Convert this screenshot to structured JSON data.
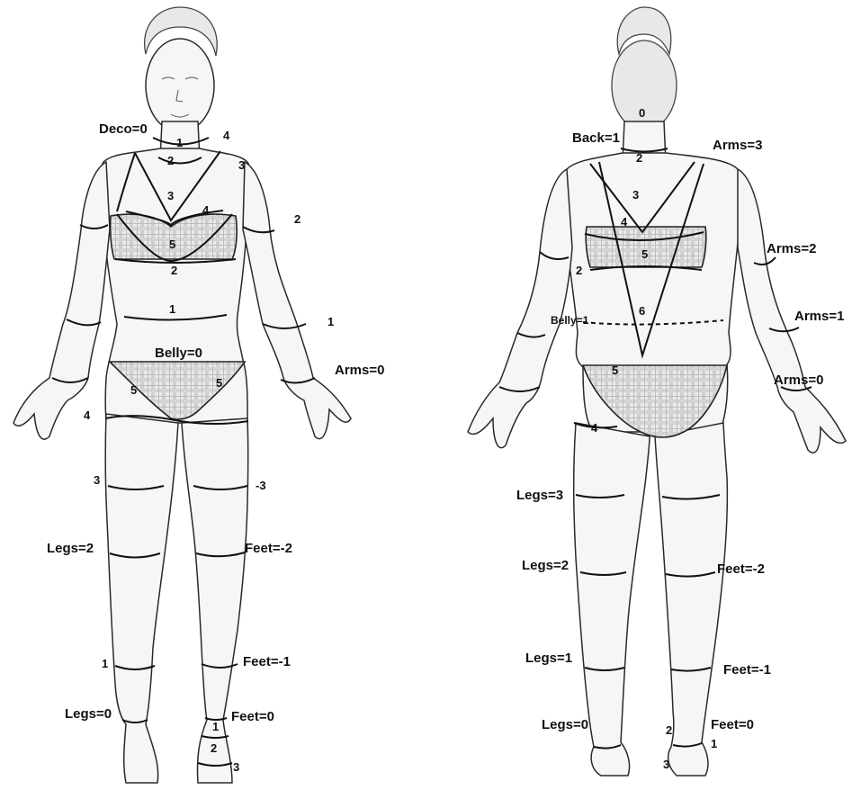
{
  "front": {
    "labels": [
      "Deco=0",
      "1",
      "2",
      "3",
      "4",
      "4",
      "3",
      "5",
      "2",
      "2",
      "1",
      "Belly=0",
      "5",
      "5",
      "4",
      "1",
      "Arms=0",
      "3",
      "-3",
      "Legs=2",
      "Feet=-2",
      "1",
      "Feet=-1",
      "Legs=0",
      "Feet=0",
      "1",
      "2",
      "3"
    ]
  },
  "back": {
    "labels": [
      "0",
      "Back=1",
      "2",
      "Arms=3",
      "3",
      "4",
      "5",
      "Arms=2",
      "2",
      "6",
      "Belly=1",
      "Arms=1",
      "5",
      "Arms=0",
      "4",
      "Legs=3",
      "Legs=2",
      "Feet=-2",
      "Legs=1",
      "Feet=-1",
      "Legs=0",
      "2",
      "Feet=0",
      "1",
      "3"
    ]
  }
}
